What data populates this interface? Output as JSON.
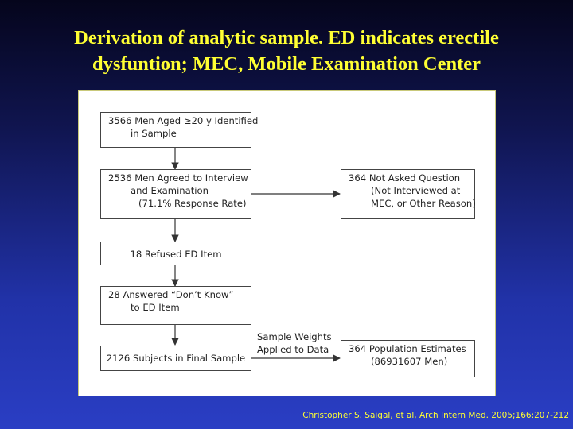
{
  "slide": {
    "title_line1": "Derivation of analytic sample. ED indicates erectile",
    "title_line2": "dysfuntion; MEC, Mobile Examination Center",
    "citation": "Christopher S. Saigal, et al, Arch Intern Med. 2005;166:207-212"
  },
  "flowchart": {
    "identified": {
      "line1": "3566 Men Aged ≥20 y Identified",
      "line2": "in Sample"
    },
    "agreed": {
      "line1": "2536 Men Agreed to Interview",
      "line2": "and Examination",
      "line3": "(71.1% Response Rate)"
    },
    "not_asked": {
      "line1": "364 Not Asked Question",
      "line2": "(Not Interviewed at",
      "line3": "MEC, or Other Reason)"
    },
    "refused": {
      "label": "18 Refused ED Item"
    },
    "dont_know": {
      "line1": "28 Answered “Don’t Know”",
      "line2": "to ED Item"
    },
    "final": {
      "label": "2126 Subjects in Final Sample"
    },
    "weights": {
      "line1": "Sample Weights",
      "line2": "Applied to Data"
    },
    "estimates": {
      "line1": "364 Population Estimates",
      "line2": "(86931607 Men)"
    }
  }
}
